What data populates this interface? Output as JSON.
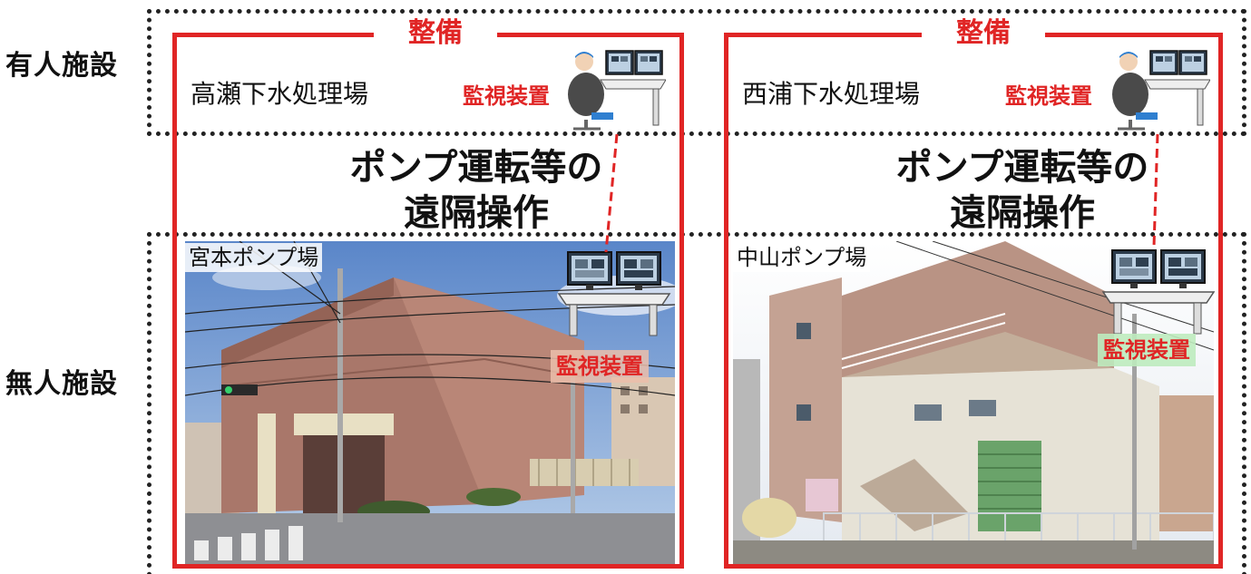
{
  "categories": {
    "staffed": "有人施設",
    "unstaffed": "無人施設"
  },
  "panels": [
    {
      "badge": "整備",
      "facility": "高瀬下水処理場",
      "monitor_label": "監視装置",
      "operation_line1": "ポンプ運転等の",
      "operation_line2": "遠隔操作",
      "site": "宮本ポンプ場",
      "site_monitor_label": "監視装置"
    },
    {
      "badge": "整備",
      "facility": "西浦下水処理場",
      "monitor_label": "監視装置",
      "operation_line1": "ポンプ運転等の",
      "operation_line2": "遠隔操作",
      "site": "中山ポンプ場",
      "site_monitor_label": "監視装置"
    }
  ],
  "colors": {
    "accent_red": "#e02525",
    "dotted_border": "#222222"
  },
  "icons": {
    "operator": "operator-at-desk-icon",
    "monitor_desk": "monitor-desk-icon",
    "building": "pump-station-building"
  }
}
